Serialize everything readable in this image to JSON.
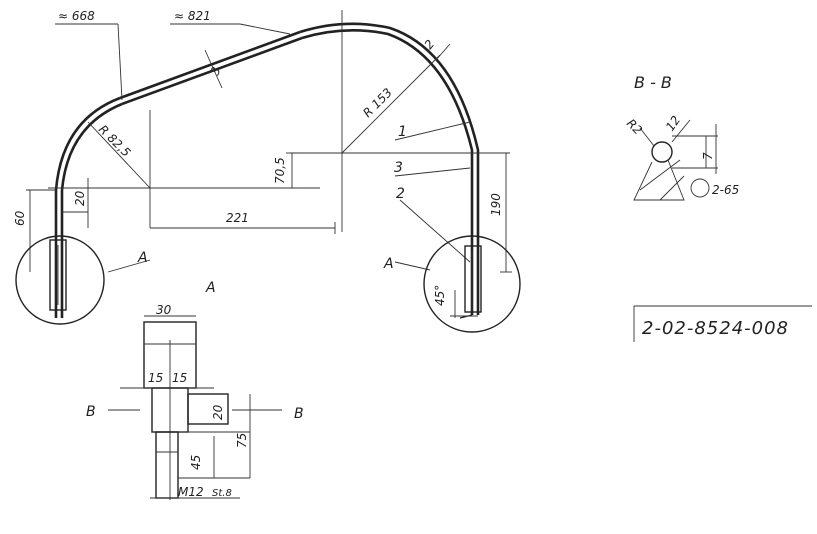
{
  "drawing": {
    "dims": {
      "len_668": "≈ 668",
      "len_821": "≈ 821",
      "r_825": "R 82,5",
      "r_153": "R 153",
      "d_221": "221",
      "d_705": "70,5",
      "d_60": "60",
      "d_20_left": "20",
      "d_190": "190",
      "d_3": "3",
      "d_2_top": "2",
      "angle_45": "45°"
    },
    "labels": {
      "callout_1": "1",
      "callout_3": "3",
      "callout_2": "2",
      "view_a_left": "A",
      "view_a_right": "A",
      "view_a_title": "A"
    },
    "view_a": {
      "d_30": "30",
      "d_15a": "15",
      "d_15b": "15",
      "d_20": "20",
      "d_75": "75",
      "d_45": "45",
      "thread": "M12",
      "material": "St.8",
      "section_b_left": "B",
      "section_b_right": "B"
    },
    "section_bb": {
      "title": "B - B",
      "r2": "R2",
      "d_12": "12",
      "d_7": "7",
      "weld": "2-65"
    },
    "doc_number": "2-02-8524-008"
  }
}
